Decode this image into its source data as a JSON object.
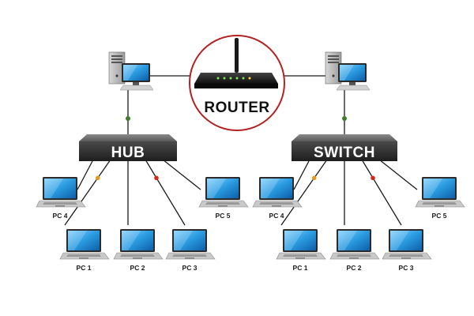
{
  "router": {
    "label": "ROUTER"
  },
  "networks": [
    {
      "device_label": "HUB",
      "pcs": [
        {
          "label": "PC 4"
        },
        {
          "label": "PC 1"
        },
        {
          "label": "PC 2"
        },
        {
          "label": "PC 3"
        },
        {
          "label": "PC 5"
        }
      ]
    },
    {
      "device_label": "SWITCH",
      "pcs": [
        {
          "label": "PC 4"
        },
        {
          "label": "PC 1"
        },
        {
          "label": "PC 2"
        },
        {
          "label": "PC 3"
        },
        {
          "label": "PC 5"
        }
      ]
    }
  ],
  "colors": {
    "router_ring": "#b32222",
    "link_line": "#1a1a1a",
    "connector_green": "#3f7d2a",
    "connector_orange": "#e89a1c",
    "connector_red": "#d42a1a",
    "device_box": "#3a3a3a",
    "screen_blue": "#1e8fd8"
  },
  "icons": {
    "server": "desktop-server-icon",
    "router": "wireless-router-icon",
    "laptop": "laptop-icon"
  }
}
